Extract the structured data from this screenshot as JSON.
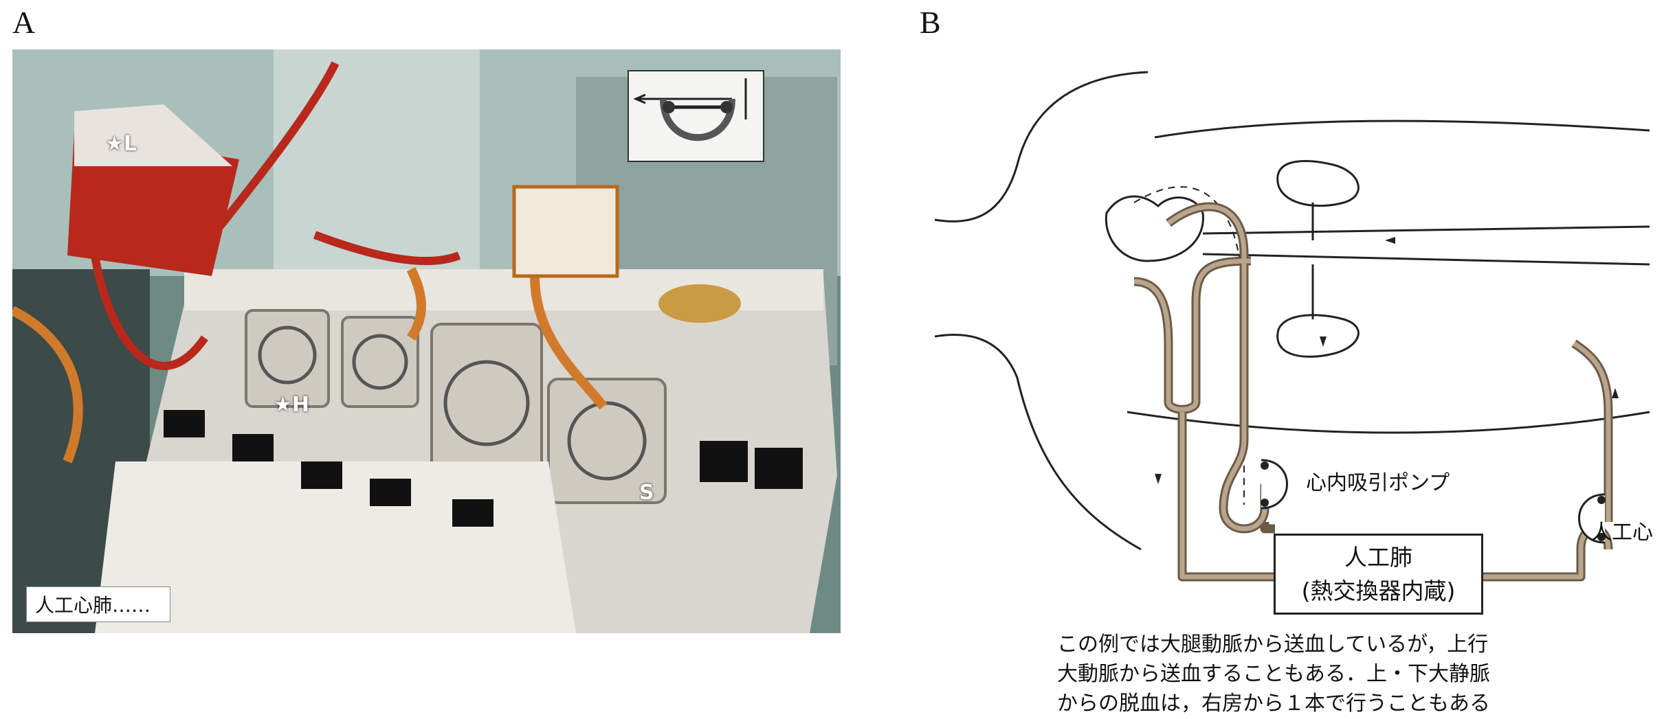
{
  "panels": {
    "a": {
      "letter": "A",
      "markers": {
        "lung": "★L",
        "heart": "★H",
        "suction": "S"
      },
      "caption": "人工心肺……"
    },
    "b": {
      "letter": "B",
      "labels": {
        "suction_pump": "心内吸引ポンプ",
        "artificial_heart": "人工心",
        "artificial_lung_line1": "人工肺",
        "artificial_lung_line2": "(熱交換器内蔵)"
      },
      "note": [
        "この例では大腿動脈から送血しているが，上行",
        "大動脈から送血することもある．上・下大静脈",
        "からの脱血は，右房から１本で行うこともある"
      ]
    }
  },
  "colors": {
    "tube": "#b9a58c",
    "blood": "#b8281c",
    "outline": "#222222"
  }
}
